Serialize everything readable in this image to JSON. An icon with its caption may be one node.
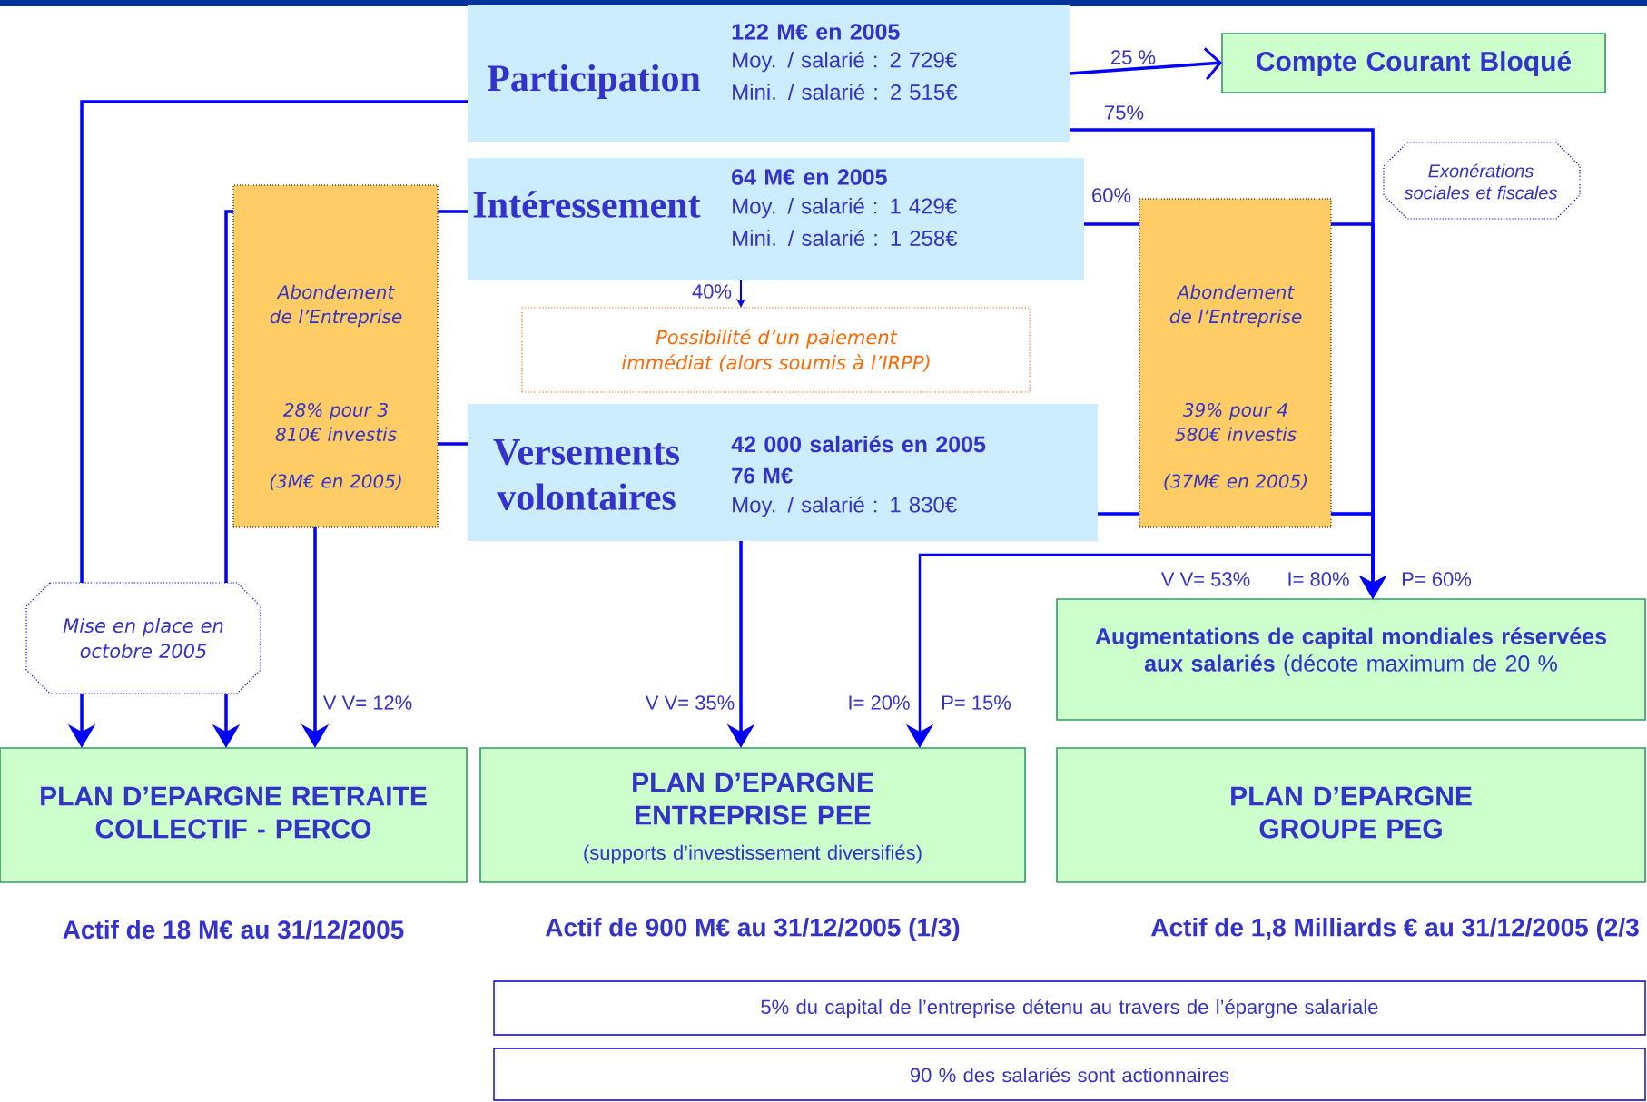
{
  "diagram": {
    "nodes": [
      {
        "text": [
          "Participation",
          "122 M€ en 2005",
          "Moy. / salarié : 2 729€",
          "Mini. / salarié : 2 515€"
        ]
      },
      {
        "text": [
          "Compte Courant Bloqué"
        ]
      },
      {
        "text": [
          "Exonérations sociales et fiscales"
        ]
      },
      {
        "text": [
          "Intéressement",
          "64 M€ en 2005",
          "Moy. / salarié : 1 429€",
          "Mini. / salarié : 1 258€"
        ]
      },
      {
        "text": [
          "Abondement de l’Entreprise",
          "28% pour 3 810€ investis",
          "(3M€ en 2005)"
        ]
      },
      {
        "text": [
          "Possibilité d’un paiement immédiat (alors soumis à l’IRPP)"
        ]
      },
      {
        "text": [
          "Abondement de l’Entreprise",
          "39% pour 4 580€ investis",
          "(37M€ en 2005)"
        ]
      },
      {
        "text": [
          "Versements volontaires",
          "42 000 salariés en 2005",
          "76 M€",
          "Moy. / salarié : 1 830€"
        ]
      },
      {
        "text": [
          "Mise en place en octobre 2005"
        ]
      },
      {
        "text": [
          "**Augmentations de capital mondiales réservées aux salariés** (décote maximum de 20 %"
        ]
      },
      {
        "text": [
          "PLAN D’EPARGNE RETRAITE COLLECTIF - PERCO"
        ],
        "beside": [
          "Actif de 18 M€ au 31/12/2005"
        ]
      },
      {
        "text": [
          "PLAN D’EPARGNE ENTREPRISE PEE",
          "(supports d’investissement diversifiés)"
        ],
        "beside": [
          "Actif de 900 M€ au 31/12/2005 (1/3)"
        ]
      },
      {
        "text": [
          "PLAN D’EPARGNE GROUPE PEG"
        ],
        "beside": [
          "Actif de 1,8 Milliards € au 31/12/2005 (2/3"
        ]
      },
      {
        "text": [
          "5% du capital de l’entreprise détenu au travers de l’épargne salariale"
        ]
      },
      {
        "text": [
          "90 % des salariés sont actionnaires"
        ]
      }
    ],
    "edges": [
      {
        "from": 0,
        "to": 1,
        "arrow": "to",
        "label": "25 %"
      },
      {
        "from": 0,
        "to": 9,
        "arrow": "to",
        "label": "75%"
      },
      {
        "from": 0,
        "to": 8,
        "arrow": "none"
      },
      {
        "from": 3,
        "to": 4,
        "arrow": "none"
      },
      {
        "from": 4,
        "to": 8,
        "arrow": "none"
      },
      {
        "from": 8,
        "to": 10,
        "arrow": "to"
      },
      {
        "from": 8,
        "to": 10,
        "arrow": "to"
      },
      {
        "from": 7,
        "to": 4,
        "arrow": "none"
      },
      {
        "from": 4,
        "to": 10,
        "arrow": "to",
        "label": "V V= 12%"
      },
      {
        "from": 3,
        "to": 5,
        "arrow": "to",
        "label": "40%"
      },
      {
        "from": 3,
        "to": 6,
        "arrow": "none",
        "label": "60%"
      },
      {
        "from": 6,
        "to": 9,
        "arrow": "to"
      },
      {
        "from": 7,
        "to": 6,
        "arrow": "none"
      },
      {
        "from": 6,
        "to": 9,
        "arrow": "to"
      },
      {
        "from": 7,
        "to": 11,
        "arrow": "to",
        "label": "V V= 35%"
      },
      {
        "from": 6,
        "to": 11,
        "arrow": "to"
      }
    ],
    "labels": [
      "V V= 53%",
      "I= 80%",
      "P= 60%",
      "I= 20%",
      "P= 15%"
    ]
  }
}
